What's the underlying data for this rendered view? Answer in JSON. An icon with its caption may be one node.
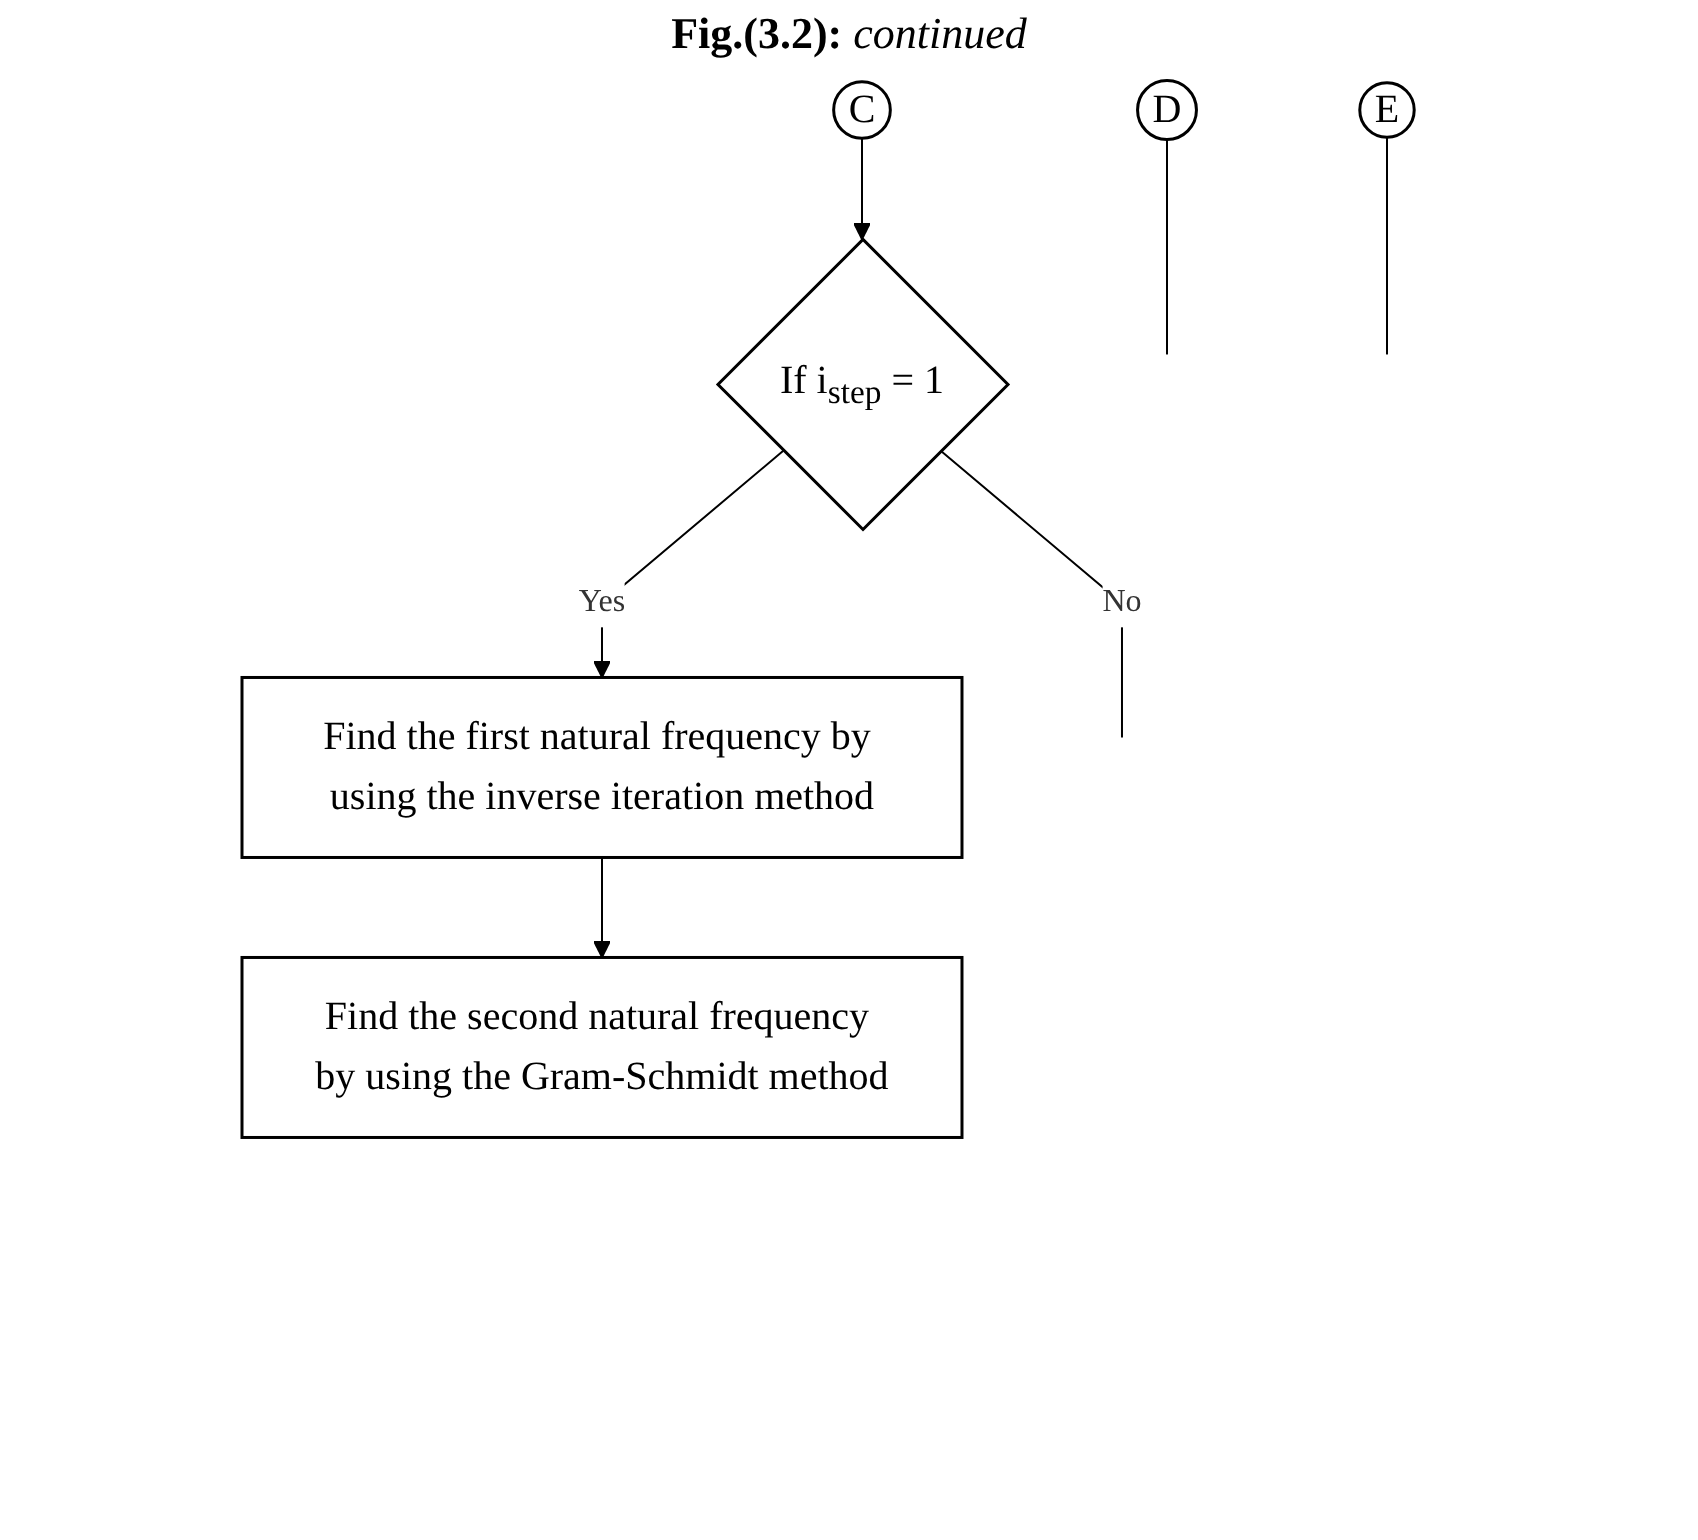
{
  "diagram": {
    "title": "**Fig.(3.2):** *continued*",
    "nodes": [
      {
        "text": [
          "D"
        ]
      },
      {
        "text": [
          "E"
        ]
      },
      {
        "text": [
          "C"
        ]
      },
      {
        "text": [
          "If  i$_{step}$ = 1"
        ]
      },
      {
        "text": [
          "Find the first natural frequency by using the inverse iteration method"
        ]
      },
      {
        "text": [
          "Find the second natural frequency by using the Gram-Schmidt method"
        ]
      }
    ],
    "edges": [
      {
        "from": 2,
        "to": 3,
        "arrow": "to"
      },
      {
        "from": 3,
        "to": null,
        "label": "No",
        "arrow": "none"
      },
      {
        "from": 3,
        "to": 4,
        "label": "Yes",
        "arrow": "to"
      },
      {
        "from": 4,
        "to": 5,
        "arrow": "to"
      },
      {
        "from": 0,
        "to": null,
        "arrow": "none"
      },
      {
        "from": 1,
        "to": null,
        "arrow": "none"
      }
    ]
  }
}
